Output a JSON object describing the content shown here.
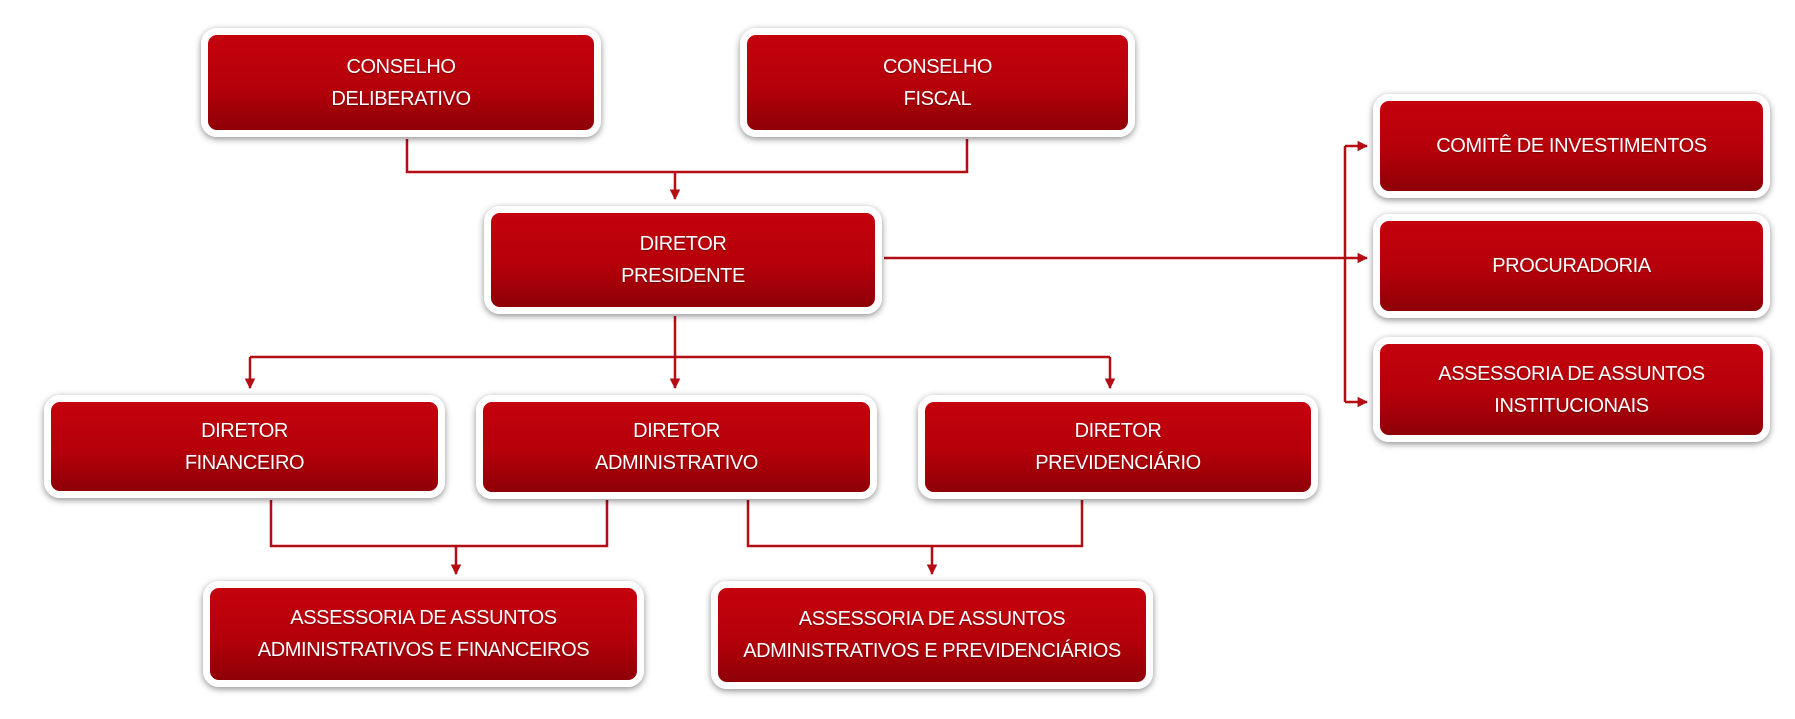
{
  "nodes": {
    "conselho_deliberativo": {
      "lines": [
        "CONSELHO",
        "DELIBERATIVO"
      ]
    },
    "conselho_fiscal": {
      "lines": [
        "CONSELHO",
        "FISCAL"
      ]
    },
    "diretor_presidente": {
      "lines": [
        "DIRETOR",
        "PRESIDENTE"
      ]
    },
    "comite_investimentos": {
      "lines": [
        "COMITÊ DE INVESTIMENTOS"
      ]
    },
    "procuradoria": {
      "lines": [
        "PROCURADORIA"
      ]
    },
    "assessoria_institucionais": {
      "lines": [
        "ASSESSORIA DE ASSUNTOS",
        "INSTITUCIONAIS"
      ]
    },
    "diretor_financeiro": {
      "lines": [
        "DIRETOR",
        "FINANCEIRO"
      ]
    },
    "diretor_administrativo": {
      "lines": [
        "DIRETOR",
        "ADMINISTRATIVO"
      ]
    },
    "diretor_previdenciario": {
      "lines": [
        "DIRETOR",
        "PREVIDENCIÁRIO"
      ]
    },
    "assessoria_adm_financeiros": {
      "lines": [
        "ASSESSORIA DE ASSUNTOS",
        "ADMINISTRATIVOS E FINANCEIROS"
      ]
    },
    "assessoria_adm_previdenciarios": {
      "lines": [
        "ASSESSORIA DE ASSUNTOS",
        "ADMINISTRATIVOS E PREVIDENCIÁRIOS"
      ]
    }
  },
  "colors": {
    "box_fill": "#b5000a",
    "box_border": "#ffffff",
    "connector": "#b40d14",
    "text": "#ffffff"
  }
}
